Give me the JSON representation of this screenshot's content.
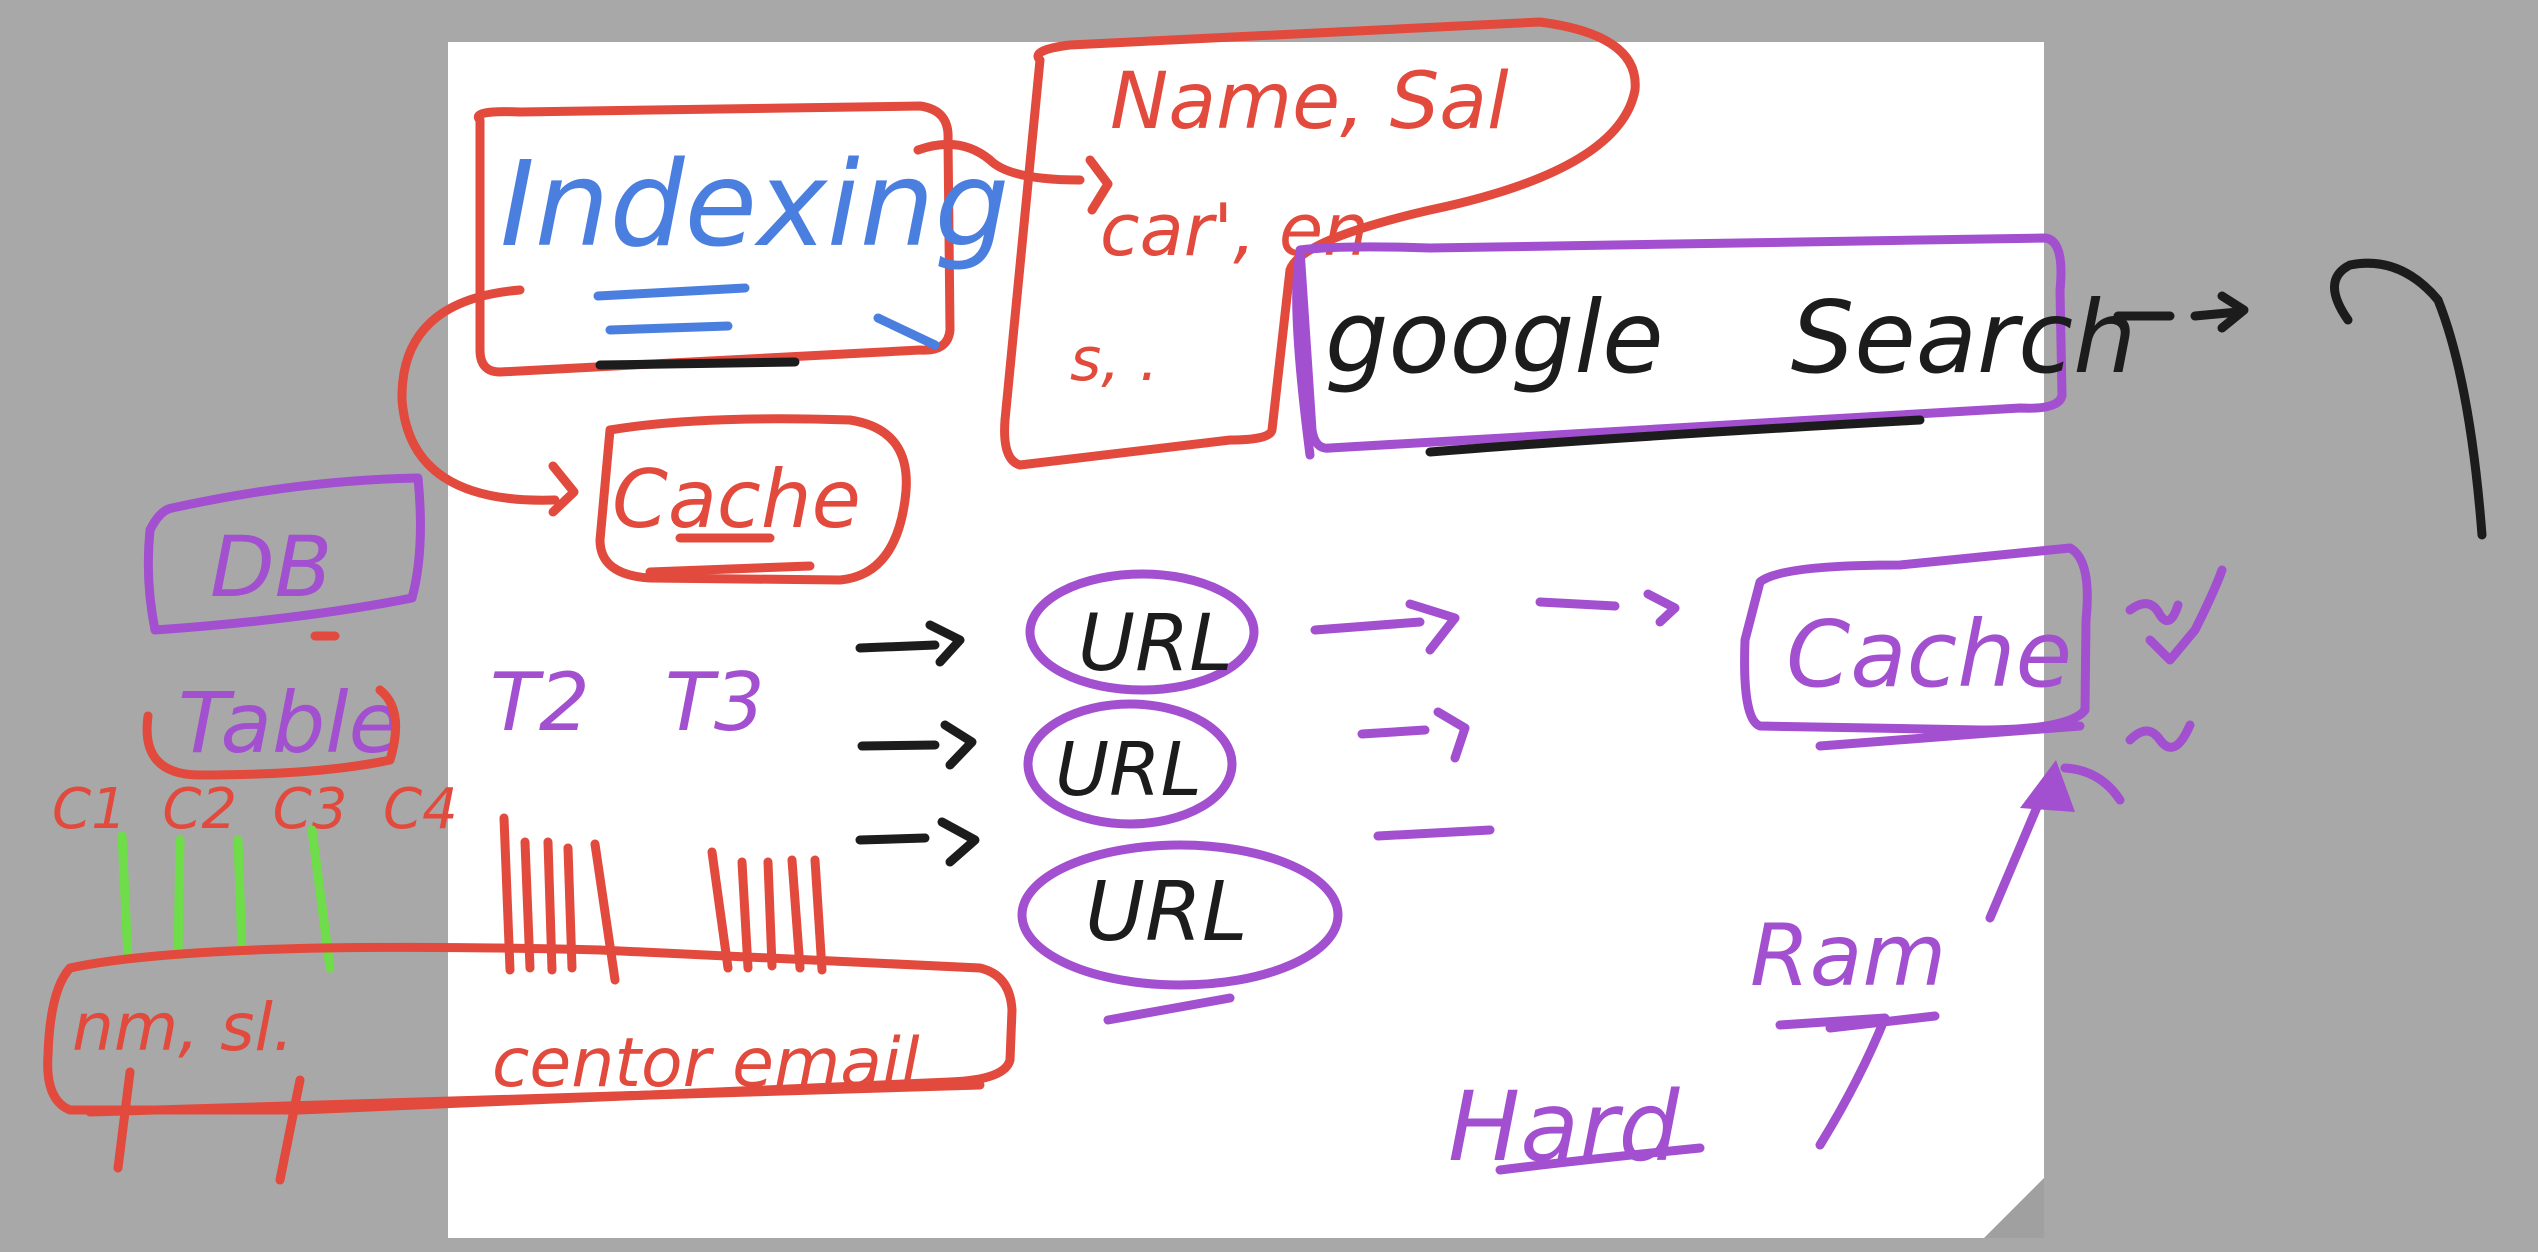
{
  "colors": {
    "background": "#a8a8a8",
    "page": "#ffffff",
    "red": "#e14a3c",
    "blue": "#4a7fe0",
    "purple": "#a24fd0",
    "black": "#1c1c1c",
    "green": "#6fdc4a",
    "corner": "#a0a0a0"
  },
  "notes": {
    "indexing": "Indexing",
    "cache_red": "Cache",
    "fields": "Name, Sal",
    "fields_2": "car', en",
    "fields_3": "s, .",
    "google_search": "google    Search",
    "db": "DB",
    "table": "Table",
    "columns": "C1  C2  C3  C4",
    "t2": "T2",
    "t3": "T3",
    "url_1": "URL",
    "url_2": "URL",
    "url_3": "URL",
    "cache_purple": "Cache",
    "row_values": "nm, sl.",
    "centor_email": "centor email",
    "ram": "Ram",
    "hard": "Hard"
  }
}
